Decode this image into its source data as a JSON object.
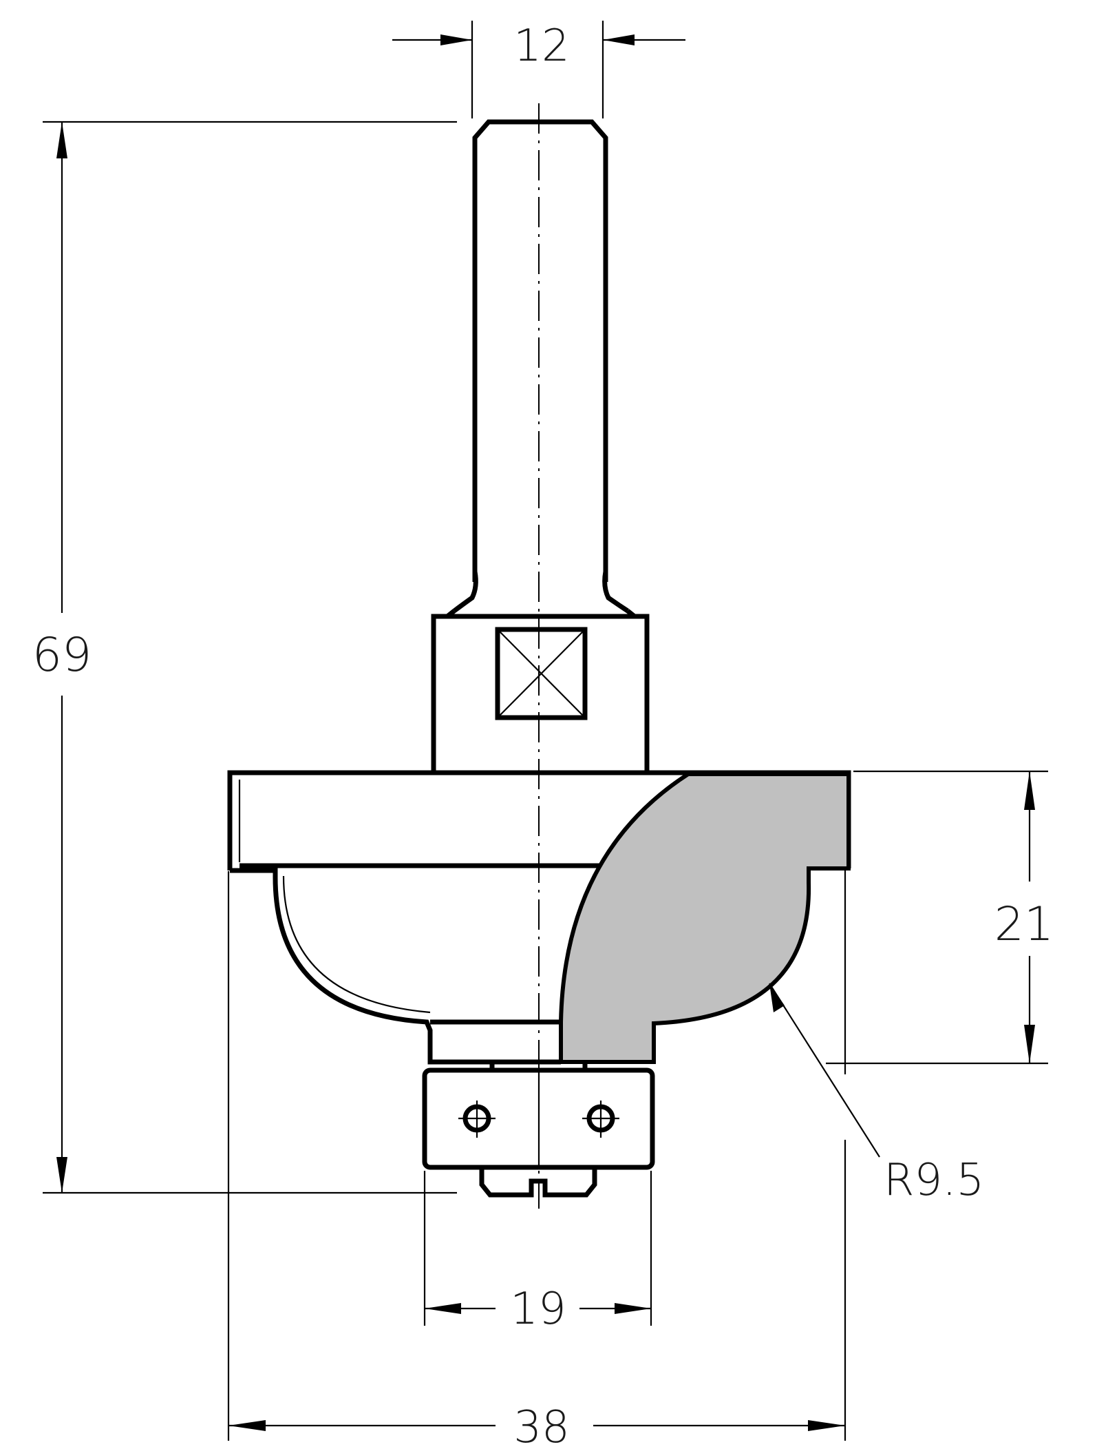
{
  "drawing": {
    "subject": "router-bit-profile",
    "colors": {
      "line": "#000000",
      "profile_fill": "#c0c0c0",
      "background": "#ffffff"
    },
    "dimensions": {
      "shank_diameter": "12",
      "overall_length": "69",
      "cutting_height": "21",
      "profile_radius": "R9.5",
      "bearing_diameter": "19",
      "cutting_diameter": "38"
    }
  }
}
